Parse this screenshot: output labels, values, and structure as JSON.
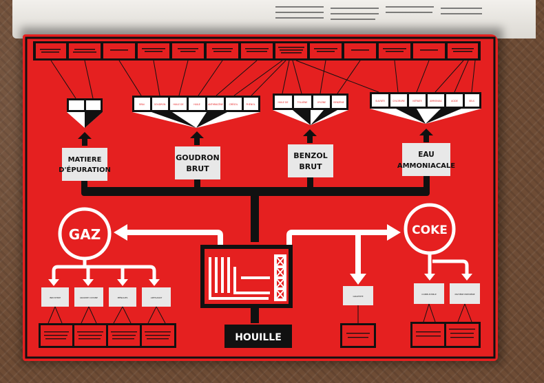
{
  "products": {
    "matiere_epuration": [
      "MATIERE",
      "D'ÉPURATION"
    ],
    "goudron_brut": [
      "GOUDRON",
      "BRUT"
    ],
    "benzol_brut": [
      "BENZOL",
      "BRUT"
    ],
    "eau_ammoniacale": [
      "EAU",
      "AMMONIACALE"
    ]
  },
  "main": {
    "gaz": "GAZ",
    "coke": "COKE",
    "houille": "HOUILLE"
  },
  "gaz_uses": [
    "INDUSTRIE",
    "GRANDE CUISINE",
    "MÉNAGES",
    "ARTISANAT"
  ],
  "coke_uses": [
    "COMBUSTIBLE",
    "MATIÈRE PREMIÈRE"
  ],
  "middle_use": "GRAPHITE",
  "goudron_derivatives": [
    "BRAI",
    "GOUDRON",
    "HUILE DE",
    "HUILE",
    "ANTHRACÈNE",
    "CRÉSOL",
    "PHÉNOL"
  ],
  "benzol_derivatives": [
    "HUILE DE",
    "TOLUÈNE",
    "XYLÈNE",
    "BENZÈNE"
  ],
  "eau_derivatives": [
    "SULFATE",
    "CHLORURE",
    "NITRATE",
    "AMMONIAC",
    "ACIDE",
    "SELS"
  ],
  "colors": {
    "red": "#e52020",
    "black": "#111111",
    "white": "#ffffff",
    "grey_box": "#e8e8e8"
  }
}
